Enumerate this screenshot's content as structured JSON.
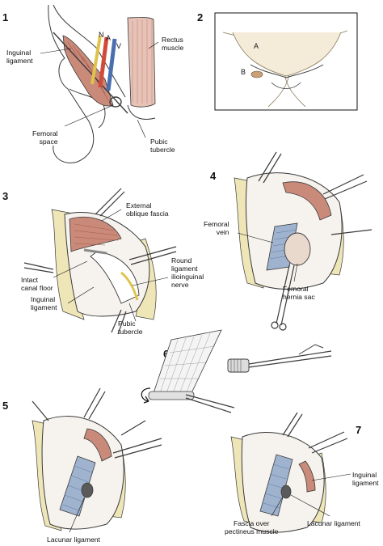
{
  "panels": [
    {
      "number": "1",
      "labels": {
        "inguinal": "Inguinal\nligament",
        "n": "N",
        "a": "A",
        "v": "V",
        "rectus": "Rectus\nmuscle",
        "femoral_space": "Femoral\nspace",
        "pubic": "Pubic\ntubercle"
      }
    },
    {
      "number": "2",
      "labels": {
        "a": "A",
        "b": "B"
      }
    },
    {
      "number": "3",
      "labels": {
        "ext": "External\noblique fascia",
        "intact": "Intact\ncanal floor",
        "inguinal": "Inguinal\nligament",
        "round": "Round\nligament\nilioinguinal\nnerve",
        "pubic": "Pubic\ntubercle"
      }
    },
    {
      "number": "4",
      "labels": {
        "vein": "Femoral\nvein",
        "sac": "Femoral\nhernia sac"
      }
    },
    {
      "number": "5",
      "labels": {
        "lacunar": "Lacunar ligament"
      }
    },
    {
      "number": "6",
      "labels": {}
    },
    {
      "number": "7",
      "labels": {
        "inguinal": "Inguinal\nligament",
        "fascia": "Fascia over\npectineus muscle",
        "lacunar": "Lacunar ligament"
      }
    }
  ],
  "colors": {
    "ink": "#3a3a3a",
    "muscle": "#c98a7a",
    "muscle_dark": "#a85b4c",
    "mesh": "#9fb3cf",
    "fat": "#efe6b8",
    "nerve": "#e0c34a",
    "artery": "#d24a3a",
    "vein": "#4a6fb0",
    "skin": "#f4ecd9"
  }
}
